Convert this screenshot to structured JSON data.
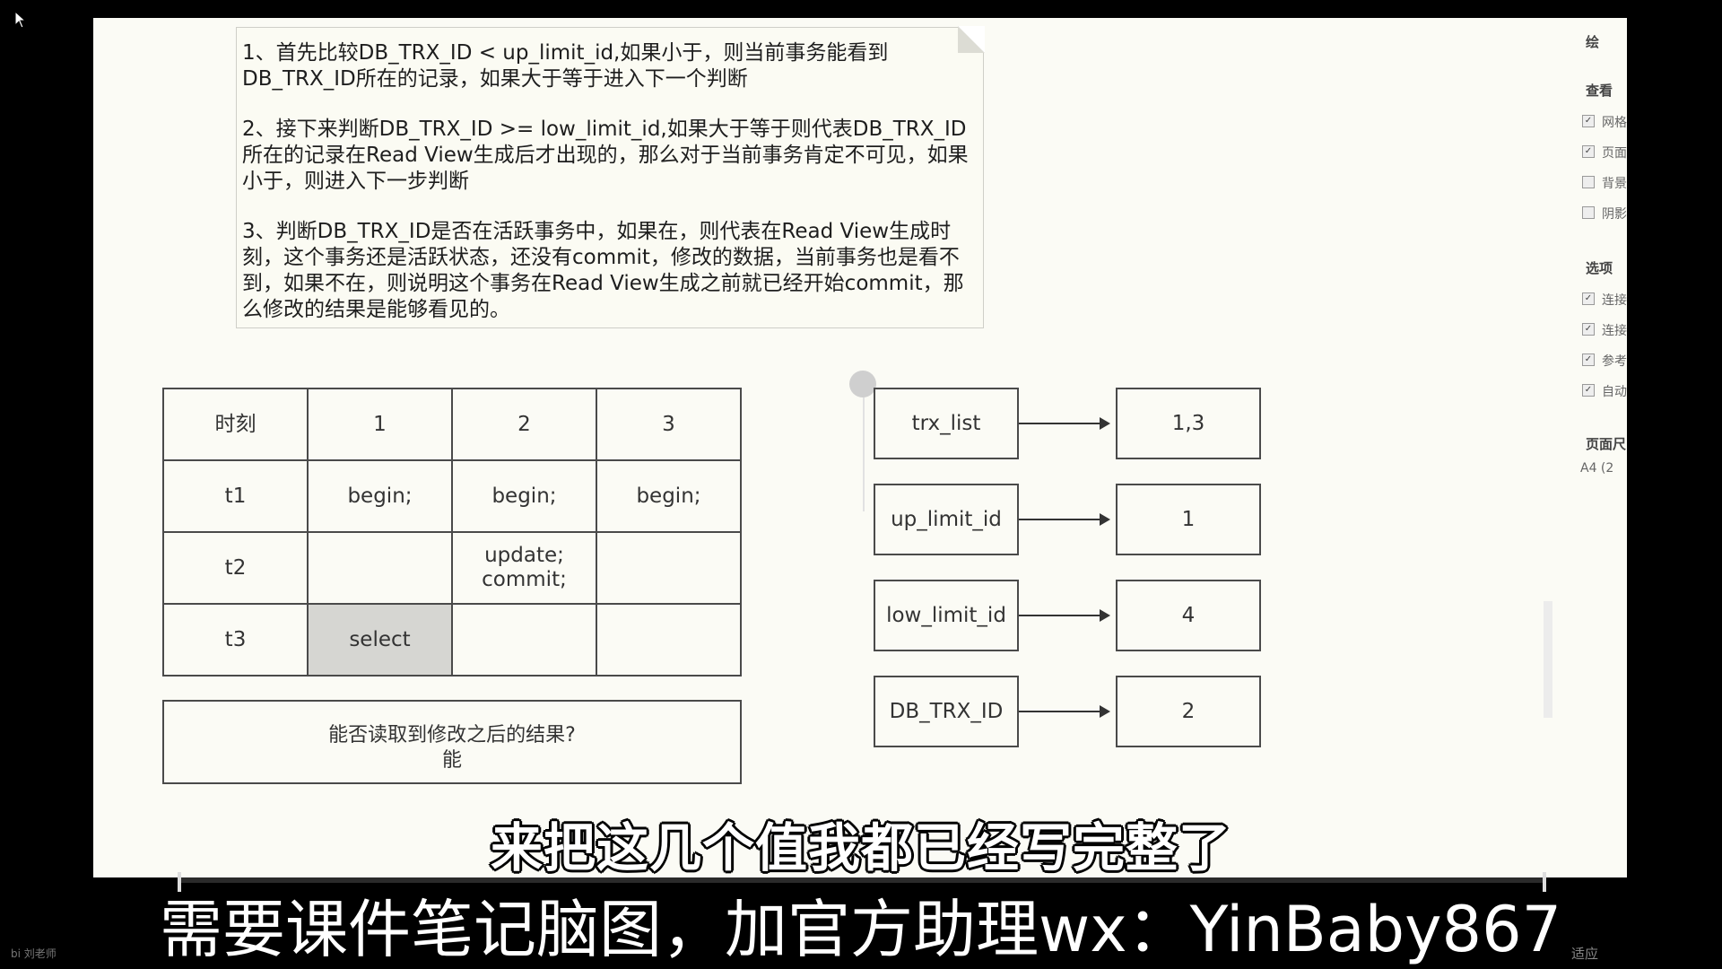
{
  "note": {
    "paragraphs": [
      "1、首先比较DB_TRX_ID < up_limit_id,如果小于，则当前事务能看到DB_TRX_ID所在的记录，如果大于等于进入下一个判断",
      "2、接下来判断DB_TRX_ID >= low_limit_id,如果大于等于则代表DB_TRX_ID所在的记录在Read View生成后才出现的，那么对于当前事务肯定不可见，如果小于，则进入下一步判断",
      "3、判断DB_TRX_ID是否在活跃事务中，如果在，则代表在Read View生成时刻，这个事务还是活跃状态，还没有commit，修改的数据，当前事务也是看不到，如果不在，则说明这个事务在Read View生成之前就已经开始commit，那么修改的结果是能够看见的。"
    ]
  },
  "timeline": {
    "header": [
      "时刻",
      "1",
      "2",
      "3"
    ],
    "rows": [
      [
        "t1",
        "begin;",
        "begin;",
        "begin;"
      ],
      [
        "t2",
        "",
        "update;\ncommit;",
        ""
      ],
      [
        "t3",
        "select",
        "",
        ""
      ]
    ]
  },
  "result": {
    "question": "能否读取到修改之后的结果?",
    "answer": "能"
  },
  "readview": [
    {
      "key": "trx_list",
      "value": "1,3"
    },
    {
      "key": "up_limit_id",
      "value": "1"
    },
    {
      "key": "low_limit_id",
      "value": "4"
    },
    {
      "key": "DB_TRX_ID",
      "value": "2"
    }
  ],
  "panel": {
    "title": "绘",
    "view_header": "查看",
    "view_checks": [
      "网格",
      "页面",
      "背景",
      "阴影"
    ],
    "options_header": "选项",
    "option_checks": [
      "连接",
      "连接",
      "参考",
      "自动"
    ],
    "page_size_label": "页面尺",
    "page_size_value": "A4 (2"
  },
  "subtitle": "来把这几个值我都已经写完整了",
  "promo": "需要课件笔记脑图，加官方助理wx：YinBaby867",
  "status_left": "bi 刘老师",
  "status_right": "适应"
}
